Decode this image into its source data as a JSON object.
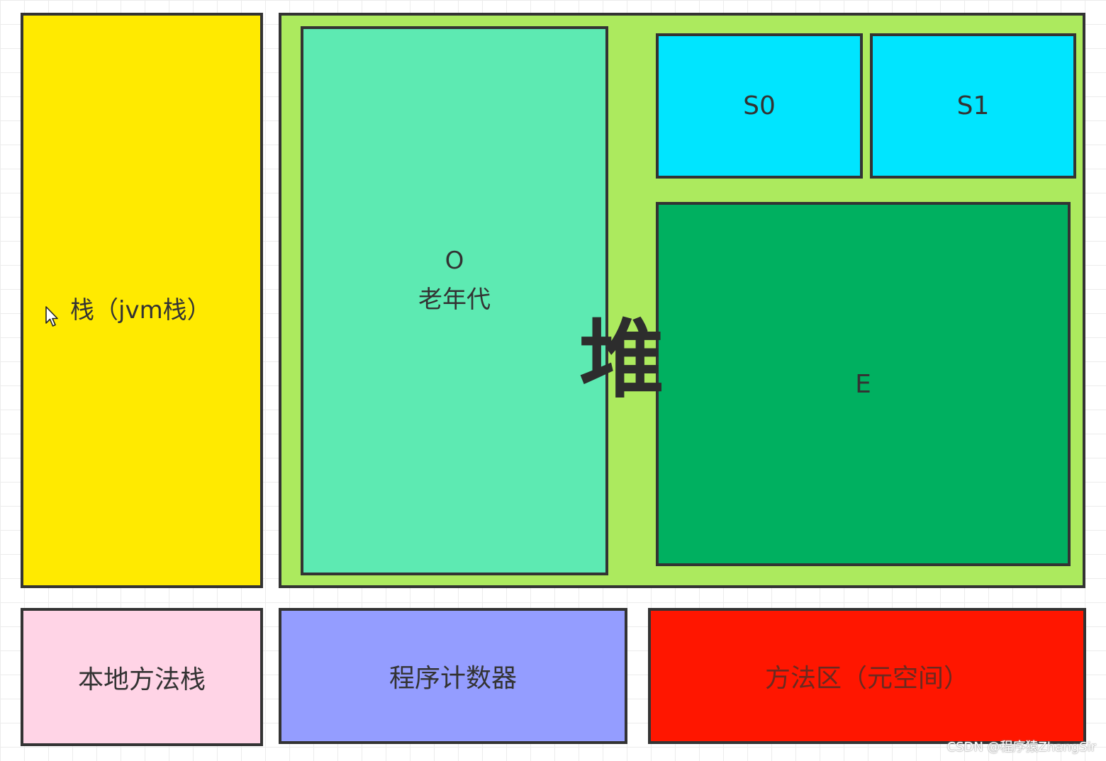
{
  "stack": {
    "label": "栈（jvm栈）"
  },
  "heap": {
    "title": "堆",
    "old_generation": {
      "letter": "O",
      "label": "老年代"
    },
    "survivor0": {
      "label": "S0"
    },
    "survivor1": {
      "label": "S1"
    },
    "eden": {
      "label": "E"
    }
  },
  "native_method_stack": {
    "label": "本地方法栈"
  },
  "program_counter": {
    "label": "程序计数器"
  },
  "method_area": {
    "label": "方法区（元空间）"
  },
  "watermark": "CSDN @程序猿ZhangSir",
  "colors": {
    "stack": "#ffea00",
    "heap": "#acea5e",
    "old_generation": "#5deab2",
    "survivor": "#00e5ff",
    "eden": "#00b060",
    "native_method_stack": "#ffd4e6",
    "program_counter": "#949dff",
    "method_area": "#ff1600"
  }
}
